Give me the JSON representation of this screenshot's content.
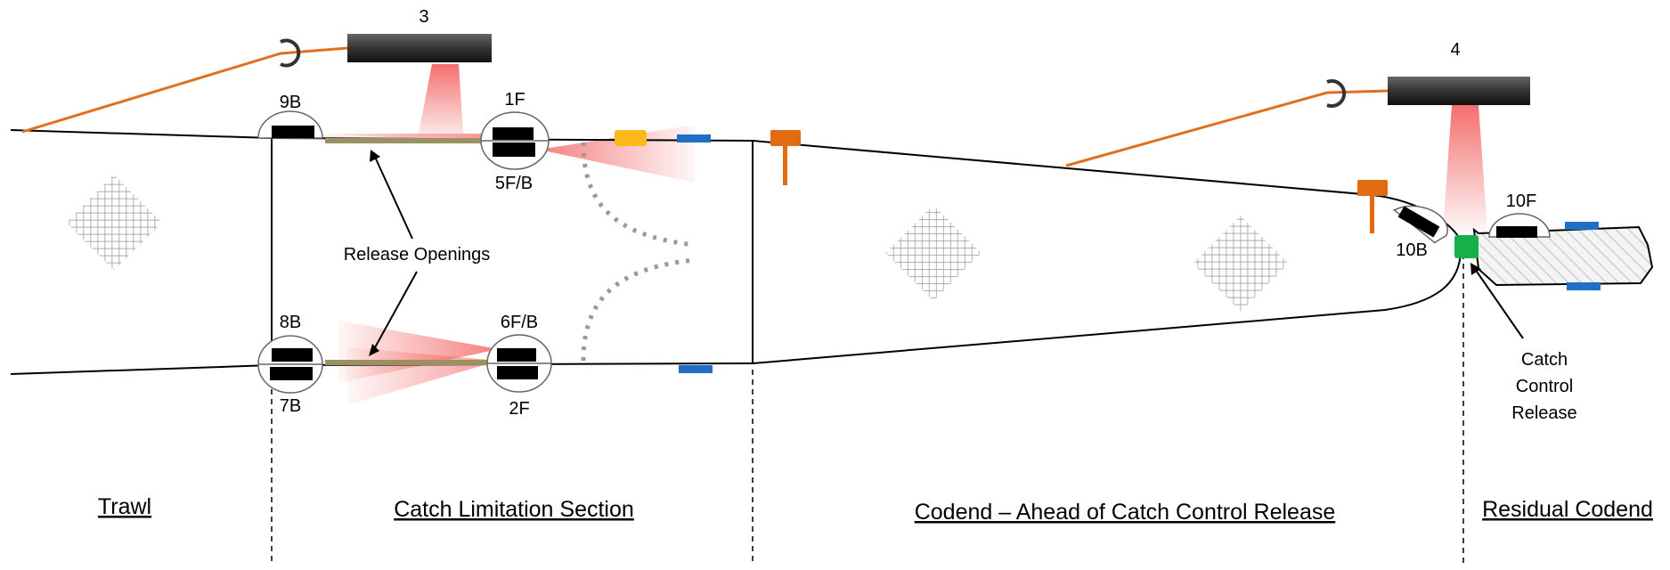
{
  "diagram": {
    "section_labels": {
      "trawl": "Trawl",
      "catch_limitation": "Catch Limitation Section",
      "codend_ahead": "Codend – Ahead of Catch Control Release",
      "residual_codend": "Residual Codend"
    },
    "annotations": {
      "release_openings": "Release Openings",
      "catch_control_release": [
        "Catch",
        "Control",
        "Release"
      ]
    },
    "overhead_cameras": {
      "cam3": "3",
      "cam4": "4"
    },
    "mounted_cameras": {
      "c9B": "9B",
      "c1F": "1F",
      "c5FB": "5F/B",
      "c8B": "8B",
      "c7B": "7B",
      "c6FB": "6F/B",
      "c2F": "2F",
      "c10F": "10F",
      "c10B": "10B"
    },
    "colors": {
      "line": "#000000",
      "rope": "#e07020",
      "release_panel": "#9a9060",
      "light_beam": "#f06a6a",
      "yellow_marker": "#ffb81c",
      "blue_marker": "#1f6fc5",
      "orange_tag": "#e06b10",
      "catch_release": "#16b04a",
      "mesh": "#9a9a9a",
      "camera_body": "#333333"
    }
  }
}
